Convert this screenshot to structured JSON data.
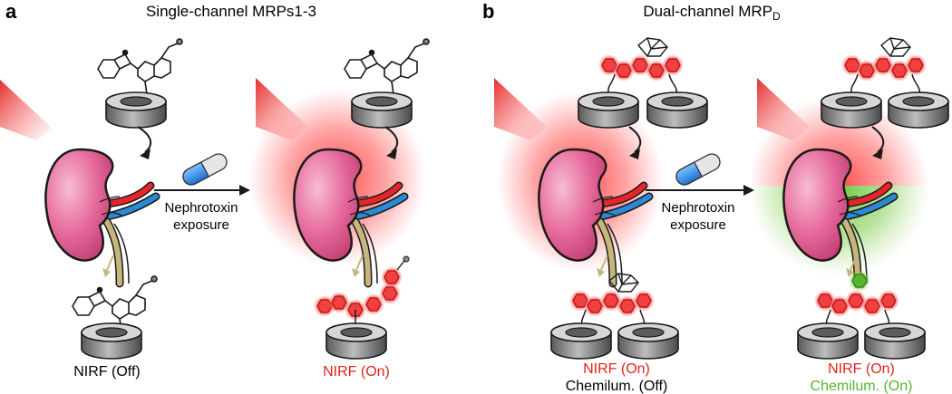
{
  "panel_a": {
    "letter": "a",
    "title": "Single-channel MRPs1-3",
    "treatment_line1": "Nephrotoxin",
    "treatment_line2": "exposure",
    "left_readout": "NIRF (Off)",
    "right_readout": "NIRF (On)"
  },
  "panel_b": {
    "letter": "b",
    "title_main": "Dual-channel MRP",
    "title_sub": "D",
    "treatment_line1": "Nephrotoxin",
    "treatment_line2": "exposure",
    "left_readout_1": "NIRF (On)",
    "left_readout_2": "Chemilum. (Off)",
    "right_readout_1": "NIRF (On)",
    "right_readout_2": "Chemilum. (On)"
  },
  "colors": {
    "nirf_red": "#e2231a",
    "chemilum_green": "#5bb22e",
    "kidney_pink": "#d94f86",
    "artery_red": "#e8242b",
    "vein_blue": "#2a8ad4",
    "ureter_tan": "#c6b57c"
  }
}
